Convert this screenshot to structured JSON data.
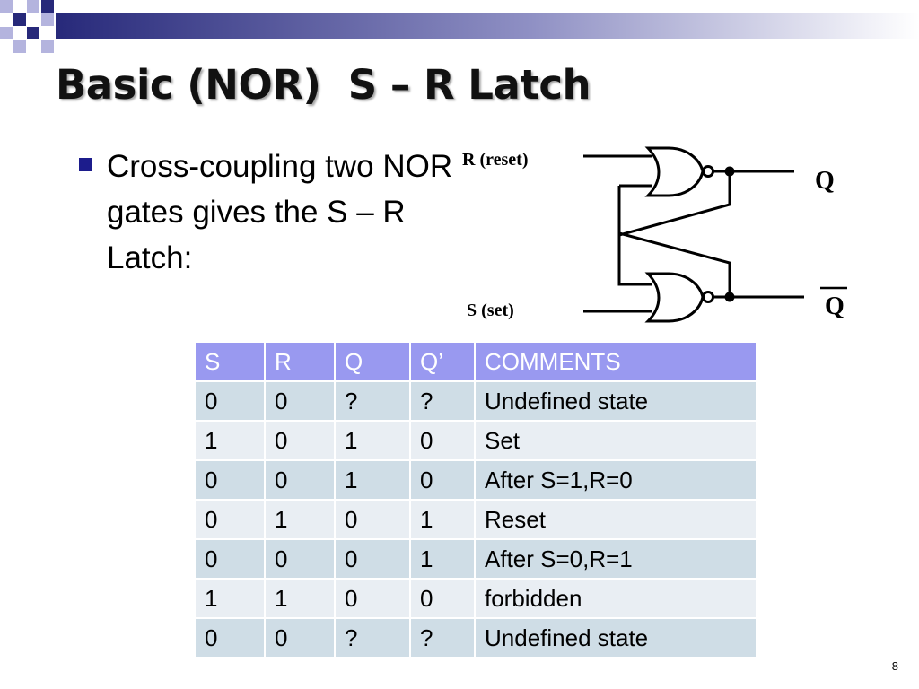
{
  "slide": {
    "title": "Basic (NOR)  S – R Latch",
    "bullet_text": "Cross-coupling two NOR gates gives the S – R Latch:",
    "page_number": "8"
  },
  "circuit": {
    "r_label": "R (reset)",
    "s_label": "S (set)",
    "q_label": "Q",
    "qbar_label": "Q"
  },
  "table": {
    "headers": [
      "S",
      "R",
      "Q",
      "Q’",
      "COMMENTS"
    ],
    "rows": [
      [
        "0",
        "0",
        "?",
        "?",
        "Undefined state"
      ],
      [
        "1",
        "0",
        "1",
        "0",
        "Set"
      ],
      [
        "0",
        "0",
        "1",
        "0",
        "After S=1,R=0"
      ],
      [
        "0",
        "1",
        "0",
        "1",
        "Reset"
      ],
      [
        "0",
        "0",
        "0",
        "1",
        "After S=0,R=1"
      ],
      [
        "1",
        "1",
        "0",
        "0",
        "forbidden"
      ],
      [
        "0",
        "0",
        "?",
        "?",
        "Undefined state"
      ]
    ]
  },
  "colors": {
    "header_bg": "#9999f0",
    "row_odd_bg": "#cfdde6",
    "row_even_bg": "#e9eef3",
    "bullet": "#1c1c8c",
    "decor_navy": "#27297a",
    "decor_lavender": "#b4b4de"
  },
  "icons": {
    "bullet": "square-bullet-icon",
    "gate": "nor-gate-icon"
  }
}
